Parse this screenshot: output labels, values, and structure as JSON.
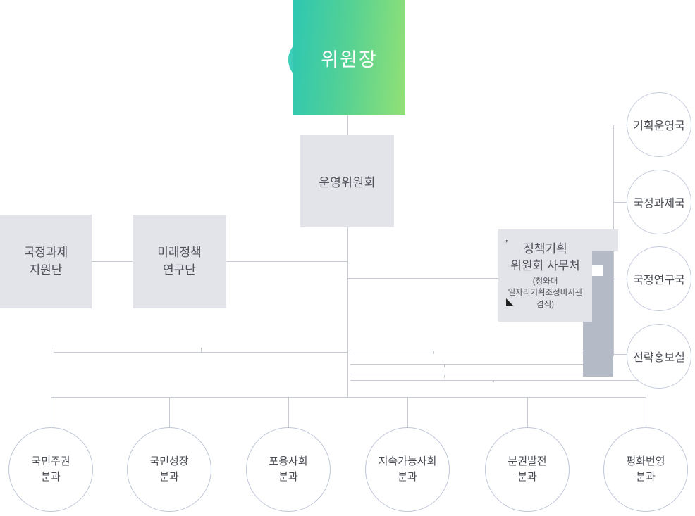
{
  "org": {
    "chairman": {
      "label": "위원장"
    },
    "steering": {
      "label": "운영위원회"
    },
    "support_units": [
      {
        "label": "국정과제\n지원단"
      },
      {
        "label": "미래정책\n연구단"
      }
    ],
    "secretariat": {
      "label": "정책기획\n위원회 사무처",
      "note": "(청와대\n일자리기획조정비서관\n겸직)"
    },
    "bureaus": [
      {
        "label": "기획운영국"
      },
      {
        "label": "국정과제국"
      },
      {
        "label": "국정연구국"
      },
      {
        "label": "전략홍보실"
      }
    ],
    "divisions": [
      {
        "label": "국민주권\n분과"
      },
      {
        "label": "국민성장\n분과"
      },
      {
        "label": "포용사회\n분과"
      },
      {
        "label": "지속가능사회\n분과"
      },
      {
        "label": "분권발전\n분과"
      },
      {
        "label": "평화번영\n분과"
      }
    ],
    "artifacts": {
      "tick": "’",
      "triangle": "◣"
    },
    "colors": {
      "chairman_gradient_start": "#2ec7b2",
      "chairman_gradient_end": "#92e175",
      "node_bg": "#e3e4e9",
      "node_text": "#4f525b",
      "connector_line": "#c6cad3",
      "circle_border": "#c5cbdd",
      "side_bar": "#b4bac6"
    }
  }
}
